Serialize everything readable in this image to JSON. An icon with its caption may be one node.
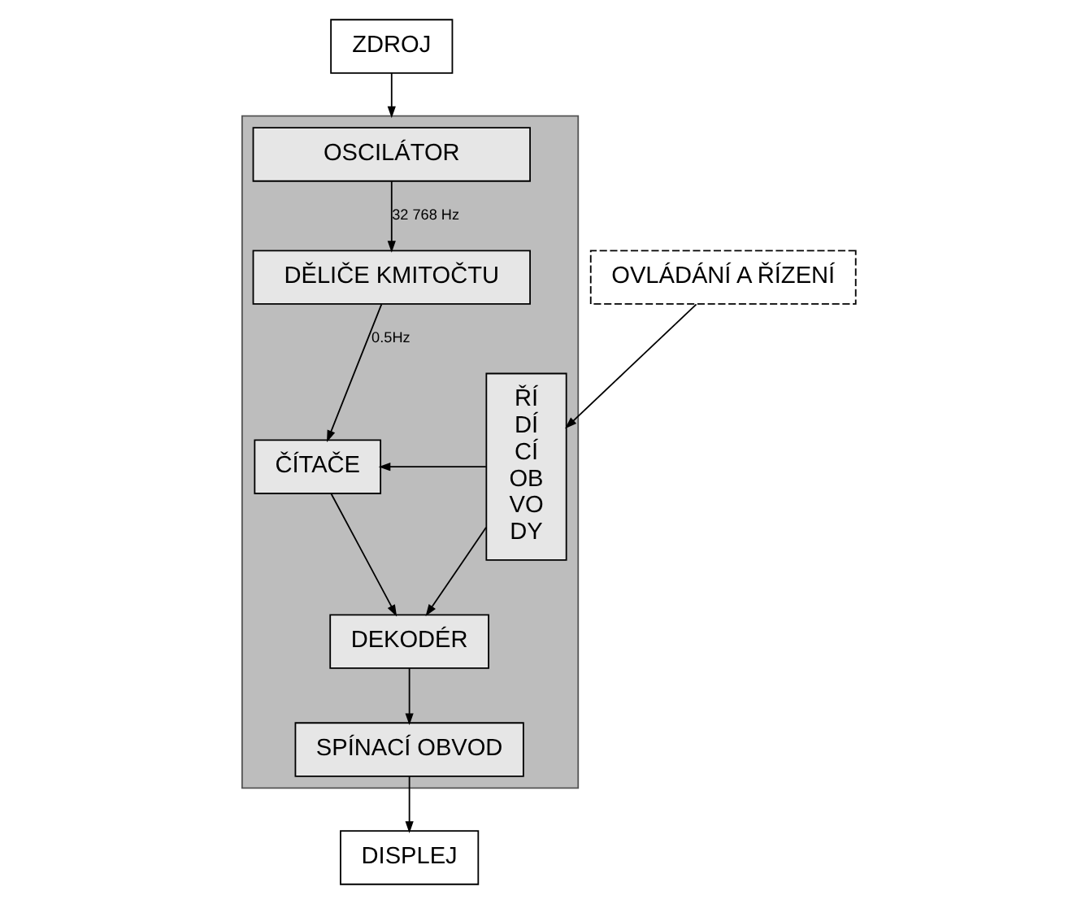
{
  "diagram": {
    "nodes": [
      {
        "text": [
          "ZDROJ"
        ]
      },
      {
        "text": [],
        "shape": "box"
      },
      {
        "text": [
          "OSCILÁTOR"
        ],
        "in": 1
      },
      {
        "text": [
          "DĚLIČE KMITOČTU"
        ],
        "in": 1
      },
      {
        "text": [
          "ČÍTAČE"
        ],
        "in": 1
      },
      {
        "text": [
          "ŘÍ DÍ CÍ OB VO DY"
        ],
        "in": 1
      },
      {
        "text": [
          "OVLÁDÁNÍ A ŘÍZENÍ"
        ]
      },
      {
        "text": [
          "DEKODÉR"
        ],
        "in": 1
      },
      {
        "text": [
          "SPÍNACÍ OBVOD"
        ],
        "in": 1
      },
      {
        "text": [
          "DISPLEJ"
        ]
      }
    ],
    "edges": [
      {
        "from": 0,
        "to": 1,
        "arrow": "to"
      },
      {
        "from": 2,
        "to": 3,
        "arrow": "to",
        "label": "32 768 Hz"
      },
      {
        "from": 3,
        "to": 4,
        "arrow": "to",
        "label": "0.5Hz"
      },
      {
        "from": 5,
        "to": 4,
        "arrow": "to"
      },
      {
        "from": 6,
        "to": 5,
        "arrow": "to"
      },
      {
        "from": 4,
        "to": 7,
        "arrow": "to"
      },
      {
        "from": 5,
        "to": 7,
        "arrow": "to"
      },
      {
        "from": 7,
        "to": 8,
        "arrow": "to"
      },
      {
        "from": 8,
        "to": 9,
        "arrow": "to"
      }
    ]
  }
}
